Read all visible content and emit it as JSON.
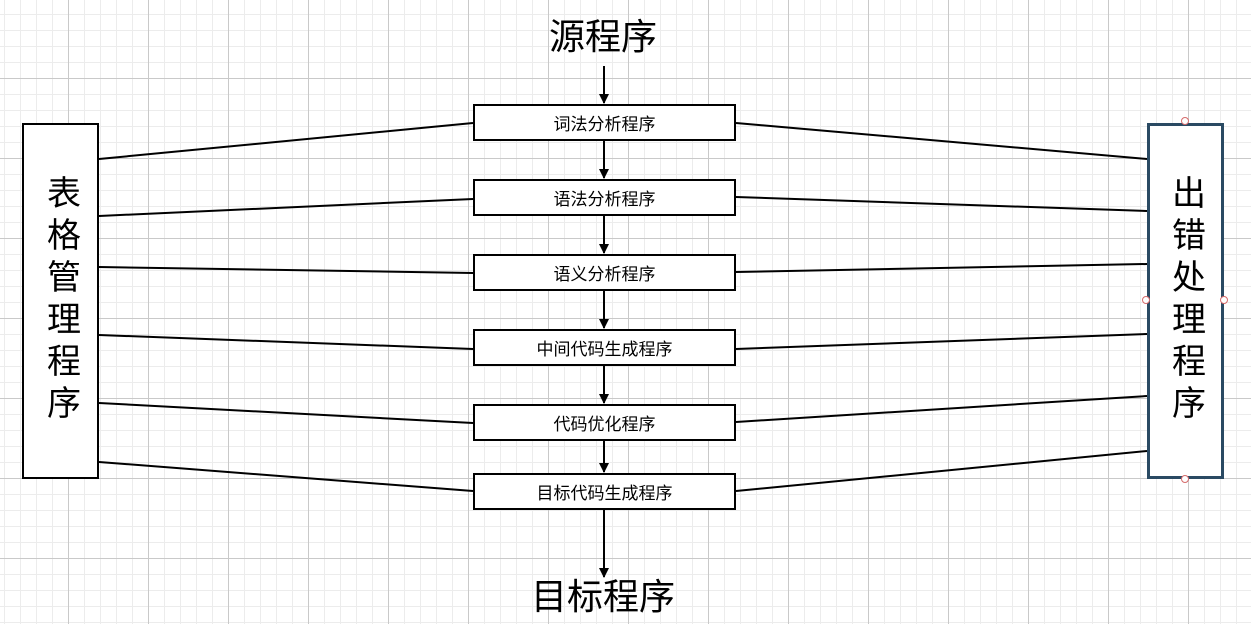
{
  "source_label": "源程序",
  "target_label": "目标程序",
  "stages": [
    {
      "id": "lexical",
      "label": "词法分析程序"
    },
    {
      "id": "syntax",
      "label": "语法分析程序"
    },
    {
      "id": "semantic",
      "label": "语义分析程序"
    },
    {
      "id": "intermediate",
      "label": "中间代码生成程序"
    },
    {
      "id": "optimize",
      "label": "代码优化程序"
    },
    {
      "id": "codegen",
      "label": "目标代码生成程序"
    }
  ],
  "table_manager": {
    "label": "表格管理程序"
  },
  "error_handler": {
    "label": "出错处理程序"
  },
  "colors": {
    "stroke": "#000000",
    "selection_border": "#2a4a63",
    "handle": "#d66a6a"
  }
}
